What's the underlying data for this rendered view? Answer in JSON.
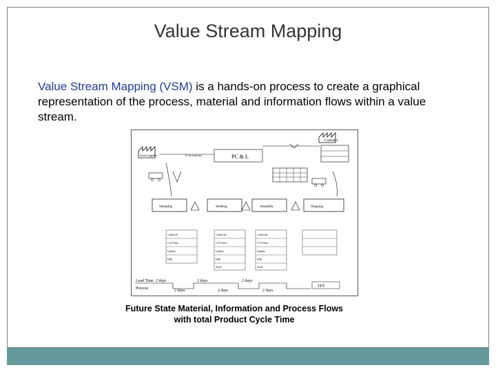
{
  "slide": {
    "title": "Value Stream Mapping",
    "body_highlight": "Value Stream Mapping (VSM)",
    "body_rest": " is a hands-on process to create a graphical representation of the process, material and information flows within a value stream.",
    "caption_line1": "Future State Material, Information and Process Flows",
    "caption_line2": "with total Product Cycle Time"
  },
  "colors": {
    "footer_bar": "#669999",
    "title_text": "#333333",
    "highlight_text": "#1f3a93"
  },
  "diagram": {
    "customer_label": "Customer",
    "supplier_label": "Steel Supplier",
    "control_label": "PC & L",
    "schedule_label": "6 wk forecast",
    "processes": [
      "Stamping",
      "Welding",
      "Assembly",
      "Shipping"
    ],
    "process_box_a": [
      "x min/std",
      "C/O Time",
      "Uptime",
      "EPE",
      "Avail"
    ],
    "days": [
      "2 days",
      "2 days",
      "2 days",
      "2 days",
      "2 days",
      "2 days"
    ],
    "lead_time_label": "Lead Time",
    "process_time_label": "Process",
    "total_label": "TPT"
  }
}
